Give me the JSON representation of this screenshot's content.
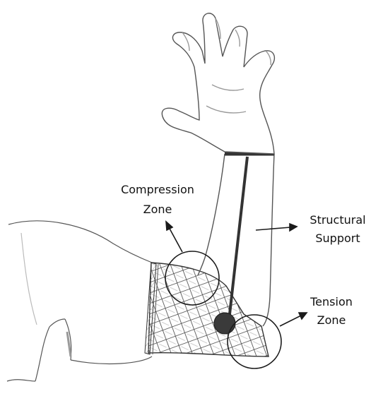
{
  "labels": {
    "compression": {
      "line1": "Compression",
      "line2": "Zone"
    },
    "structural": {
      "line1": "Structural",
      "line2": "Support"
    },
    "tension": {
      "line1": "Tension",
      "line2": "Zone"
    }
  },
  "colors": {
    "ink": "#1a1a1a",
    "pencil": "#555555",
    "shade": "#9a9a9a",
    "paper": "#ffffff",
    "joint": "#3a3a3a"
  }
}
